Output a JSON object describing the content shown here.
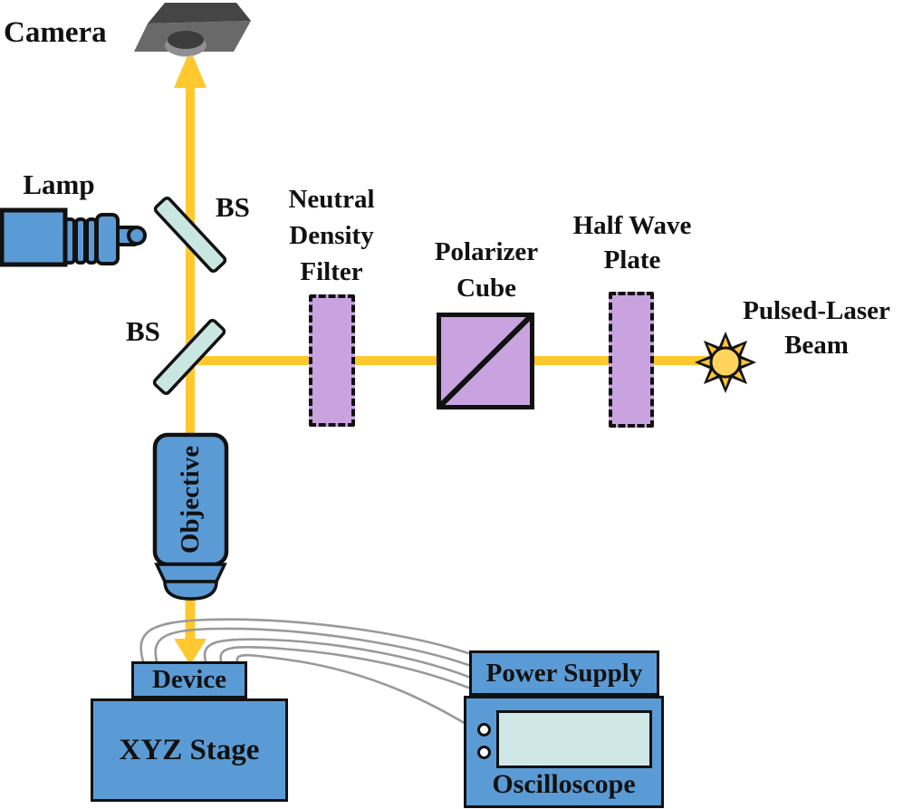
{
  "components": {
    "camera": {
      "label": "Camera"
    },
    "lamp": {
      "label": "Lamp"
    },
    "beam_splitter_1": {
      "label": "BS"
    },
    "beam_splitter_2": {
      "label": "BS"
    },
    "neutral_density_filter": {
      "label_line1": "Neutral",
      "label_line2": "Density",
      "label_line3": "Filter"
    },
    "polarizer_cube": {
      "label_line1": "Polarizer",
      "label_line2": "Cube"
    },
    "half_wave_plate": {
      "label_line1": "Half Wave",
      "label_line2": "Plate"
    },
    "pulsed_laser_beam": {
      "label_line1": "Pulsed-Laser",
      "label_line2": "Beam"
    },
    "objective": {
      "label": "Objective"
    },
    "device": {
      "label": "Device"
    },
    "xyz_stage": {
      "label": "XYZ Stage"
    },
    "power_supply": {
      "label": "Power Supply"
    },
    "oscilloscope": {
      "label": "Oscilloscope"
    }
  },
  "colors": {
    "component_blue": "#5B9BD5",
    "optic_purple": "#C9A3DF",
    "beam_splitter_teal": "#C9E6E0",
    "beam_yellow": "#FFC82E",
    "sun_fill_yellow": "#FFD45C",
    "wire_gray": "#999999",
    "oscilloscope_screen": "#CFE8E6",
    "camera_top_gray": "#454545",
    "camera_front_gray": "#696969",
    "outline_black": "#111111",
    "lamp_glow_purple": "#D9A8EC"
  }
}
